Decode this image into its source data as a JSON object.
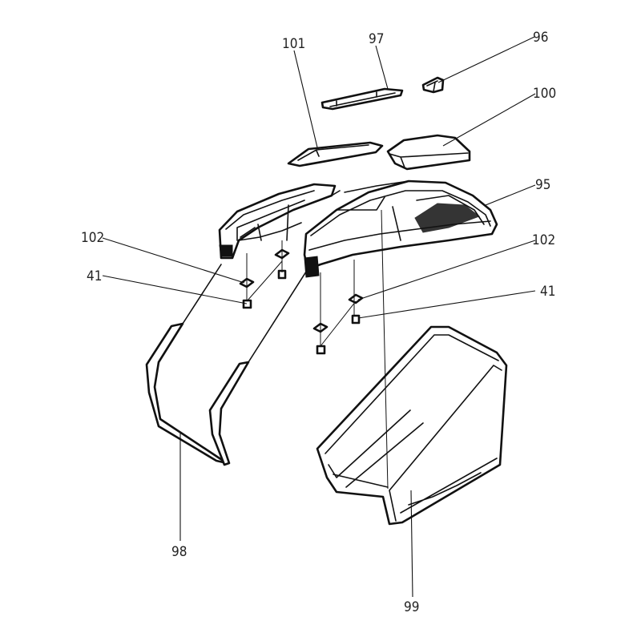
{
  "diagram": {
    "callouts": [
      {
        "id": "c101",
        "label": "101"
      },
      {
        "id": "c97",
        "label": "97"
      },
      {
        "id": "c96",
        "label": "96"
      },
      {
        "id": "c100",
        "label": "100"
      },
      {
        "id": "c95",
        "label": "95"
      },
      {
        "id": "c102a",
        "label": "102"
      },
      {
        "id": "c41a",
        "label": "41"
      },
      {
        "id": "c102b",
        "label": "102"
      },
      {
        "id": "c41b",
        "label": "41"
      },
      {
        "id": "c98",
        "label": "98"
      },
      {
        "id": "c99",
        "label": "99"
      }
    ]
  }
}
